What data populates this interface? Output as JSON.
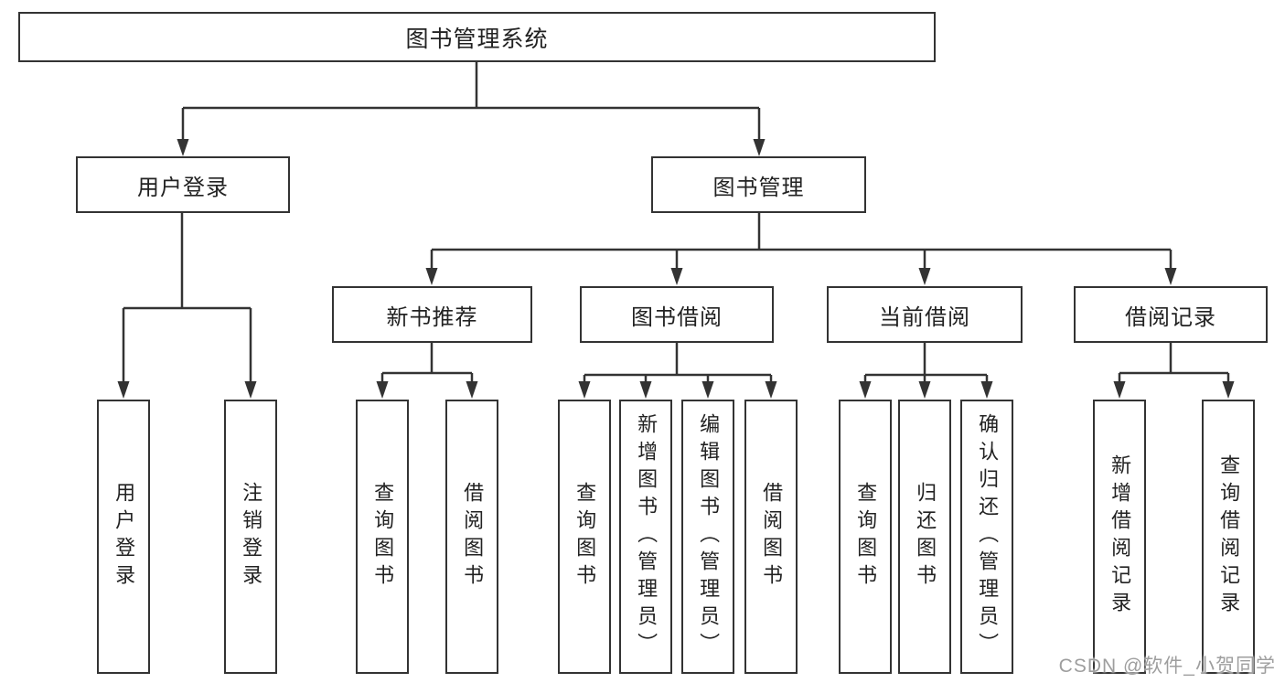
{
  "diagram": {
    "title": "图书管理系统",
    "root": {
      "label": "图书管理系统"
    },
    "branches": [
      {
        "label": "用户登录",
        "children": [
          "用户登录",
          "注销登录"
        ]
      },
      {
        "label": "图书管理",
        "modules": [
          {
            "label": "新书推荐",
            "children": [
              "查询图书",
              "借阅图书"
            ]
          },
          {
            "label": "图书借阅",
            "children": [
              "查询图书",
              "新增图书（管理员）",
              "编辑图书（管理员）",
              "借阅图书"
            ]
          },
          {
            "label": "当前借阅",
            "children": [
              "查询图书",
              "归还图书",
              "确认归还（管理员）"
            ]
          },
          {
            "label": "借阅记录",
            "children": [
              "新增借阅记录",
              "查询借阅记录"
            ]
          }
        ]
      }
    ]
  },
  "watermark": {
    "text": "CSDN @软件_小贺同学"
  },
  "colors": {
    "line": "#333333",
    "box_border": "#333333",
    "text": "#222222",
    "watermark": "#9e9e9e",
    "background": "#ffffff"
  }
}
